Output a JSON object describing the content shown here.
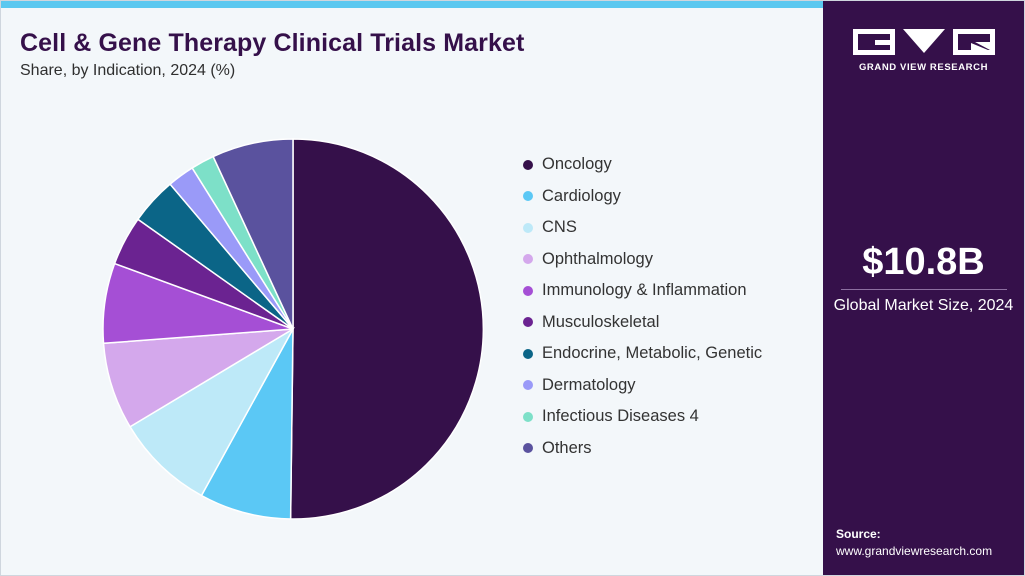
{
  "header": {
    "title": "Cell & Gene Therapy Clinical Trials Market",
    "subtitle": "Share, by Indication, 2024 (%)"
  },
  "sidebar": {
    "brand": "GRAND VIEW RESEARCH",
    "market_size": "$10.8B",
    "market_size_label": "Global Market Size, 2024",
    "source_label": "Source:",
    "source_url": "www.grandviewresearch.com"
  },
  "colors": {
    "accent": "#5bc8f0",
    "sidebar_bg": "#35104a",
    "panel_bg": "#f3f7fa"
  },
  "chart_data": {
    "type": "pie",
    "title": "Cell & Gene Therapy Clinical Trials Market",
    "legend_position": "right",
    "series": [
      {
        "name": "Oncology",
        "value": 50.2,
        "color": "#35104a"
      },
      {
        "name": "Cardiology",
        "value": 7.8,
        "color": "#5bc8f5"
      },
      {
        "name": "CNS",
        "value": 8.4,
        "color": "#bde9f8"
      },
      {
        "name": "Ophthalmology",
        "value": 7.4,
        "color": "#d4a8ec"
      },
      {
        "name": "Immunology & Inflammation",
        "value": 6.8,
        "color": "#a54fd5"
      },
      {
        "name": "Musculoskeletal",
        "value": 4.2,
        "color": "#6b2391"
      },
      {
        "name": "Endocrine, Metabolic, Genetic",
        "value": 4.0,
        "color": "#0b6587"
      },
      {
        "name": "Dermatology",
        "value": 2.3,
        "color": "#9a9af8"
      },
      {
        "name": "Infectious Diseases 4",
        "value": 2.0,
        "color": "#7de0c8"
      },
      {
        "name": "Others",
        "value": 6.9,
        "color": "#5a529e"
      }
    ]
  }
}
